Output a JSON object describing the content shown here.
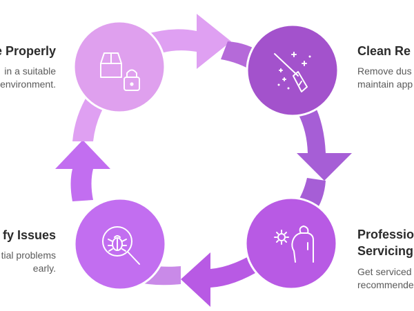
{
  "colors": {
    "arrow_light": "#dfa0f2",
    "arrow_mid": "#c98ae8",
    "arrow_dark": "#a65ed6",
    "circle_top_left": "#dfa0ee",
    "circle_top_right": "#a352cc",
    "circle_bottom_right": "#b85ae4",
    "circle_bottom_left": "#c26ef0"
  },
  "steps": [
    {
      "title": "e Properly",
      "desc_lines": [
        "in a suitable",
        "environment."
      ],
      "icon": "box-lock-icon"
    },
    {
      "title": "Clean Re",
      "desc_lines": [
        "Remove dus",
        "maintain app"
      ],
      "icon": "broom-sparkles-icon"
    },
    {
      "title_lines": [
        "Professio",
        "Servicing"
      ],
      "desc_lines": [
        "Get serviced",
        "recommende"
      ],
      "icon": "hand-gear-icon"
    },
    {
      "title": "fy Issues",
      "desc_lines": [
        "tial problems",
        "early."
      ],
      "icon": "bug-magnifier-icon"
    }
  ]
}
